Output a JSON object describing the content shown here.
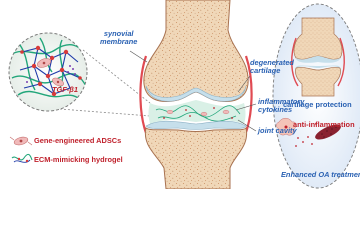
{
  "left_panel": {
    "growth_factor_label": "TGF-β1"
  },
  "joint_labels": {
    "synovial_membrane": [
      "synovial",
      "membrane"
    ],
    "degenerated_cartilage": [
      "degenerated",
      "cartilage"
    ],
    "inflammatory_cytokines": [
      "inflammatory",
      "cytokines"
    ],
    "joint_cavity": "joint cavity"
  },
  "legend": {
    "cells": "Gene-engineered ADSCs",
    "hydrogel": "ECM-mimicking hydrogel"
  },
  "right_panel": {
    "cartilage_protection": "cartilage protection",
    "anti_inflammation": "anti-inflammation",
    "outcome": "Enhanced OA treatment"
  },
  "colors": {
    "bone": "#f0d7b8",
    "bone_speckle": "#c98f62",
    "cartilage": "#c6dfeb",
    "synovium": "#e04a52",
    "label_blue": "#2b62b3",
    "label_red": "#c0222d",
    "hydrogel": "#22a67a",
    "crosslink_red": "#d83a3a",
    "network_blue": "#1f3aa8",
    "cell": "#f0b9b9"
  }
}
